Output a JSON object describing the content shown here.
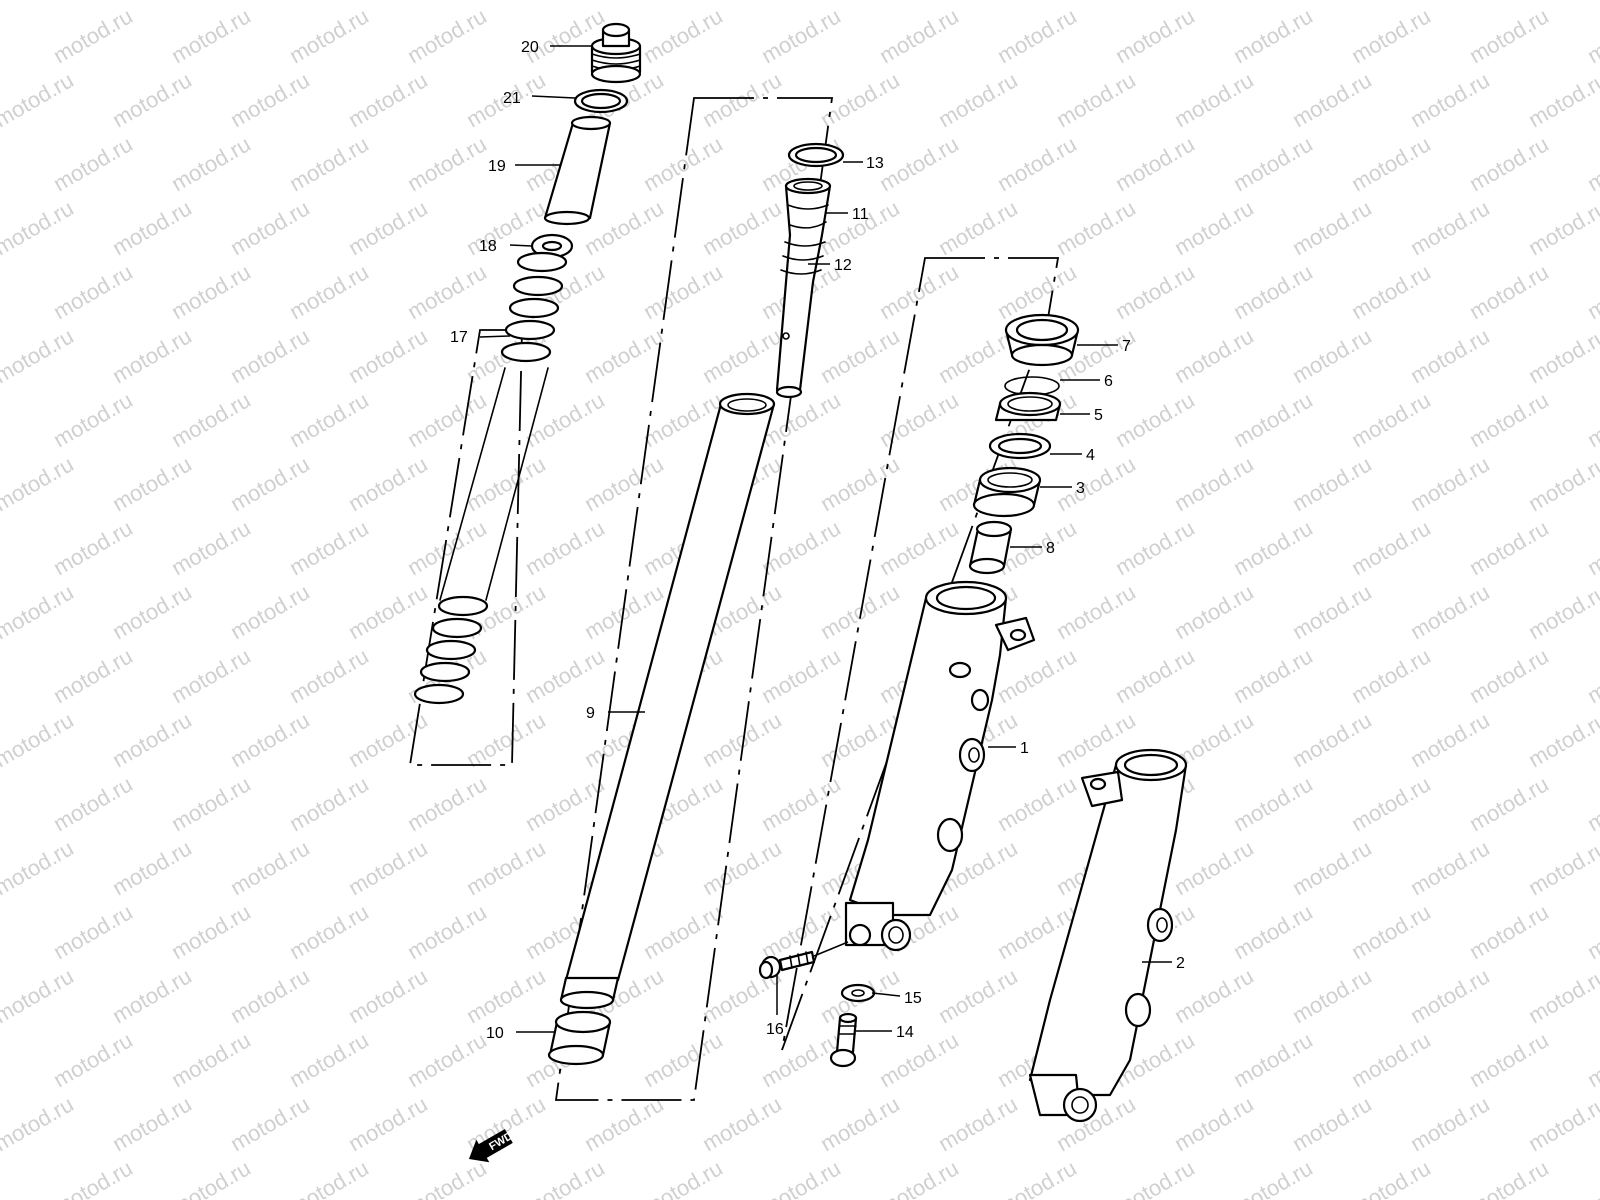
{
  "watermark": {
    "text": "motod.ru",
    "color": "#d0d0d0"
  },
  "fwd_badge": {
    "text": "FWD"
  },
  "callouts": [
    {
      "id": "1",
      "text": "1"
    },
    {
      "id": "2",
      "text": "2"
    },
    {
      "id": "3",
      "text": "3"
    },
    {
      "id": "4",
      "text": "4"
    },
    {
      "id": "5",
      "text": "5"
    },
    {
      "id": "6",
      "text": "6"
    },
    {
      "id": "7",
      "text": "7"
    },
    {
      "id": "8",
      "text": "8"
    },
    {
      "id": "9",
      "text": "9"
    },
    {
      "id": "10",
      "text": "10"
    },
    {
      "id": "11",
      "text": "11"
    },
    {
      "id": "12",
      "text": "12"
    },
    {
      "id": "13",
      "text": "13"
    },
    {
      "id": "14",
      "text": "14"
    },
    {
      "id": "15",
      "text": "15"
    },
    {
      "id": "16",
      "text": "16"
    },
    {
      "id": "17",
      "text": "17"
    },
    {
      "id": "18",
      "text": "18"
    },
    {
      "id": "19",
      "text": "19"
    },
    {
      "id": "20",
      "text": "20"
    },
    {
      "id": "21",
      "text": "21"
    }
  ]
}
